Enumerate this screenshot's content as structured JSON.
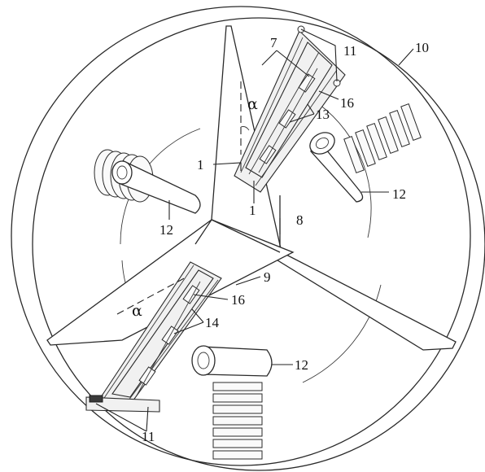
{
  "labels": {
    "l1_upper": "1",
    "l1_lower": "1",
    "l7": "7",
    "l8": "8",
    "l9": "9",
    "l10": "10",
    "l11_top": "11",
    "l11_bottom": "11",
    "l12_left": "12",
    "l12_right": "12",
    "l12_bottom": "12",
    "l13": "13",
    "l14": "14",
    "l16_top": "16",
    "l16_bottom": "16",
    "alpha_top": "α",
    "alpha_bottom": "α"
  }
}
